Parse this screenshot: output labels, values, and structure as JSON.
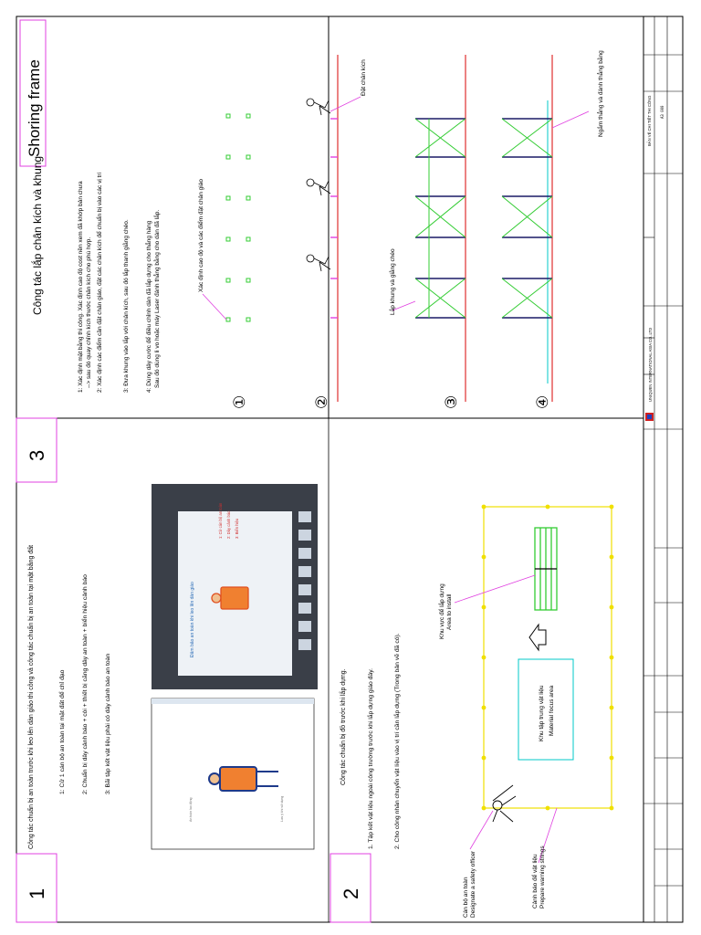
{
  "title": "Shoring frame",
  "section1": {
    "number": "1",
    "heading": "Công tác chuẩn bị an toàn trước khi leo lên dàn giáo thi công và công tác chuẩn bị an toàn tại mặt bằng đất",
    "items": [
      "1: Cử 1 cán bộ an toàn tại mặt đất để chỉ đạo",
      "2: Chuẩn bị dây cảnh báo + còi + thiết bị căng dây an toàn + biển hiệu cảnh báo",
      "3: Bãi tập kết vật liệu phải có dây cảnh báo an toàn"
    ],
    "slide1_lines": [
      "1: Cử cán bộ an toàn",
      "2: Dây cảnh báo",
      "3: Biển hiệu"
    ],
    "slide2_title": "Đảm bảo an toàn khi leo lên dàn giáo"
  },
  "section2": {
    "number": "2",
    "heading": "Công tác chuẩn bị đồ trước khi lắp dựng.",
    "items": [
      "1. Tập kết vật liệu ngoài công trường trước khi lắp dựng giáo đây.",
      "2. Cho công nhân chuyển vật liệu vào vị trí cần lắp dựng (Trong bản vẽ đã có)."
    ],
    "labels": {
      "safety_vn": "Cán bộ an toàn",
      "safety_en": "Designate a safety officer",
      "warning_vn": "Cảnh báo để vật liệu",
      "warning_en": "Prepare warning strings",
      "install_vn": "Khu vực để lắp dựng",
      "install_en": "Area to install",
      "material_vn": "Khu tập trung vật liệu",
      "material_en": "Material focus area"
    }
  },
  "section3": {
    "number": "3",
    "heading": "Công tác lắp chân kích và khung",
    "items": [
      "1: Xác định mặt bằng thi công. Xác định cao độ cost nền xem đã khớp bản chưa",
      "--> sau đó quay chỉnh kích thước chân kích cho phù hợp.",
      "2: Xác định các điểm cần đặt chân giáo, đặt các chân kích để chuẩn bị vào các vị trí",
      "3: Đưa khung vào lắp với chân kích, sau đó lắp thanh giằng chéo.",
      "4: Dùng dây cước để điều chỉnh dàn đã lắp dựng cho thẳng hàng",
      "Sau đó dùng li vo hoặc máy Laser đánh thẳng bằng cho dàn đã lắp."
    ],
    "steps": [
      "①",
      "②",
      "③",
      "④"
    ],
    "labels": {
      "elevation": "Xác định cao độ và các điểm đặt chân giáo",
      "place_jack": "Đặt chân kích",
      "frame_brace": "Lắp khung và giằng chéo",
      "string_line": "Ngắm thẳng và đánh thẳng bằng"
    }
  },
  "title_block": {
    "company": "UNIQUEN INTERNATIONAL ASIA CO.,LTD",
    "drawing": "BẢN VẼ CHI TIẾT THI CÔNG",
    "sheet_no": "A3 000"
  },
  "colors": {
    "magenta": "#e040e0",
    "green": "#33cc33",
    "red": "#e03030",
    "yellow": "#f0e000",
    "cyan": "#00c8c8",
    "navy": "#1a1a66"
  }
}
